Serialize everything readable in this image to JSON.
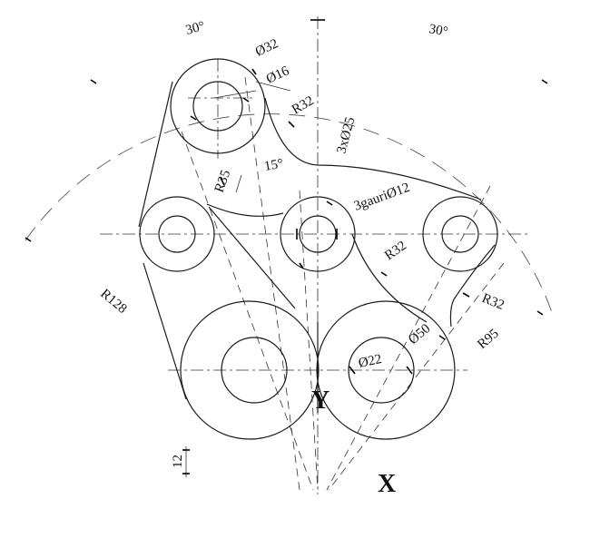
{
  "labels": {
    "angle_left": "30°",
    "angle_right": "30°",
    "dia_32": "Ø32",
    "dia_16": "Ø16",
    "r32_top": "R32",
    "holes_25": "3xØ25",
    "angle_15": "15°",
    "r35": "R35",
    "holes_12": "3gauriØ12",
    "r128": "R128",
    "r32_mid": "R32",
    "r32_right": "R32",
    "dia_50": "Ø50",
    "r95": "R95",
    "dia_22": "Ø22",
    "dim_12": "12",
    "axis_y": "Y",
    "axis_x": "X"
  },
  "colors": {
    "stroke": "#1a1a1a",
    "background": "#ffffff"
  }
}
